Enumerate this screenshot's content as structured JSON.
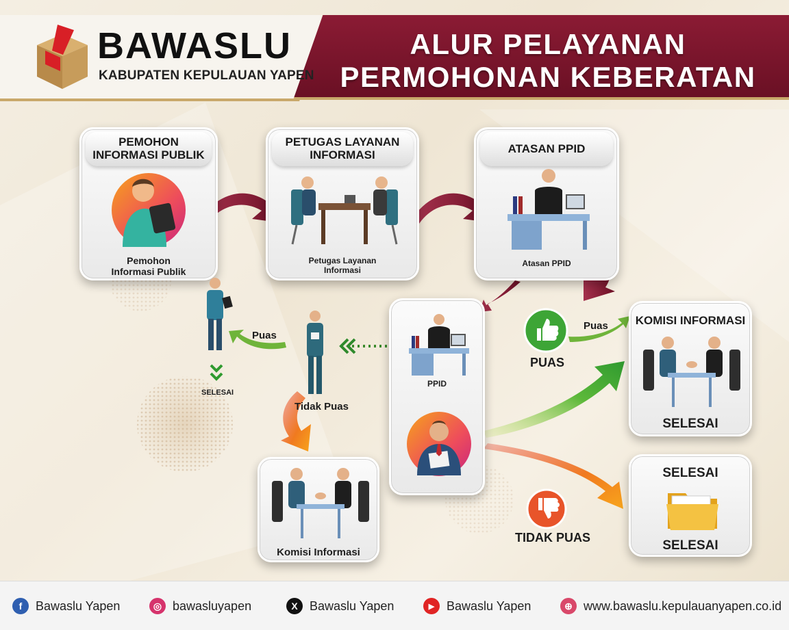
{
  "header": {
    "brand_name": "BAWASLU",
    "brand_sub": "KABUPATEN KEPULAUAN YAPEN",
    "title_line1": "ALUR PELAYANAN",
    "title_line2": "PERMOHONAN KEBERATAN"
  },
  "cards": {
    "pemohon": {
      "title": "PEMOHON\nINFORMASI PUBLIK",
      "title_l1": "PEMOHON",
      "title_l2": "INFORMASI PUBLIK",
      "caption_l1": "Pemohon",
      "caption_l2": "Informasi Publik"
    },
    "petugas": {
      "title_l1": "PETUGAS LAYANAN",
      "title_l2": "INFORMASI",
      "caption_l1": "Petugas Layanan",
      "caption_l2": "Informasi"
    },
    "atasan": {
      "title": "ATASAN PPID",
      "caption": "Atasan PPID"
    },
    "ppid": {
      "caption": "PPID"
    },
    "komisi_top": {
      "title": "KOMISI INFORMASI",
      "caption": "SELESAI"
    },
    "selesai": {
      "title": "SELESAI",
      "caption": "SELESAI"
    },
    "komisi_bottom": {
      "caption": "Komisi Informasi"
    }
  },
  "labels": {
    "puas_left": "Puas",
    "selesai_left": "SELESAI",
    "tidak_puas_left": "Tidak Puas",
    "puas_right_small": "Puas",
    "puas_right": "PUAS",
    "tidak_puas_right": "TIDAK PUAS"
  },
  "footer": [
    {
      "icon": "facebook-icon",
      "glyph": "f",
      "color": "#2f5fb0",
      "text": "Bawaslu Yapen"
    },
    {
      "icon": "instagram-icon",
      "glyph": "◎",
      "color": "#d6336c",
      "text": "bawasluyapen"
    },
    {
      "icon": "x-icon",
      "glyph": "X",
      "color": "#111111",
      "text": "Bawaslu Yapen"
    },
    {
      "icon": "youtube-icon",
      "glyph": "▶",
      "color": "#e02424",
      "text": "Bawaslu Yapen"
    },
    {
      "icon": "globe-icon",
      "glyph": "⊕",
      "color": "#d9486a",
      "text": "www.bawaslu.kepulauanyapen.co.id"
    }
  ],
  "colors": {
    "brand_red": "#7d1630",
    "gold": "#c9a86a",
    "green": "#3da536",
    "orange": "#ef6b1d"
  }
}
